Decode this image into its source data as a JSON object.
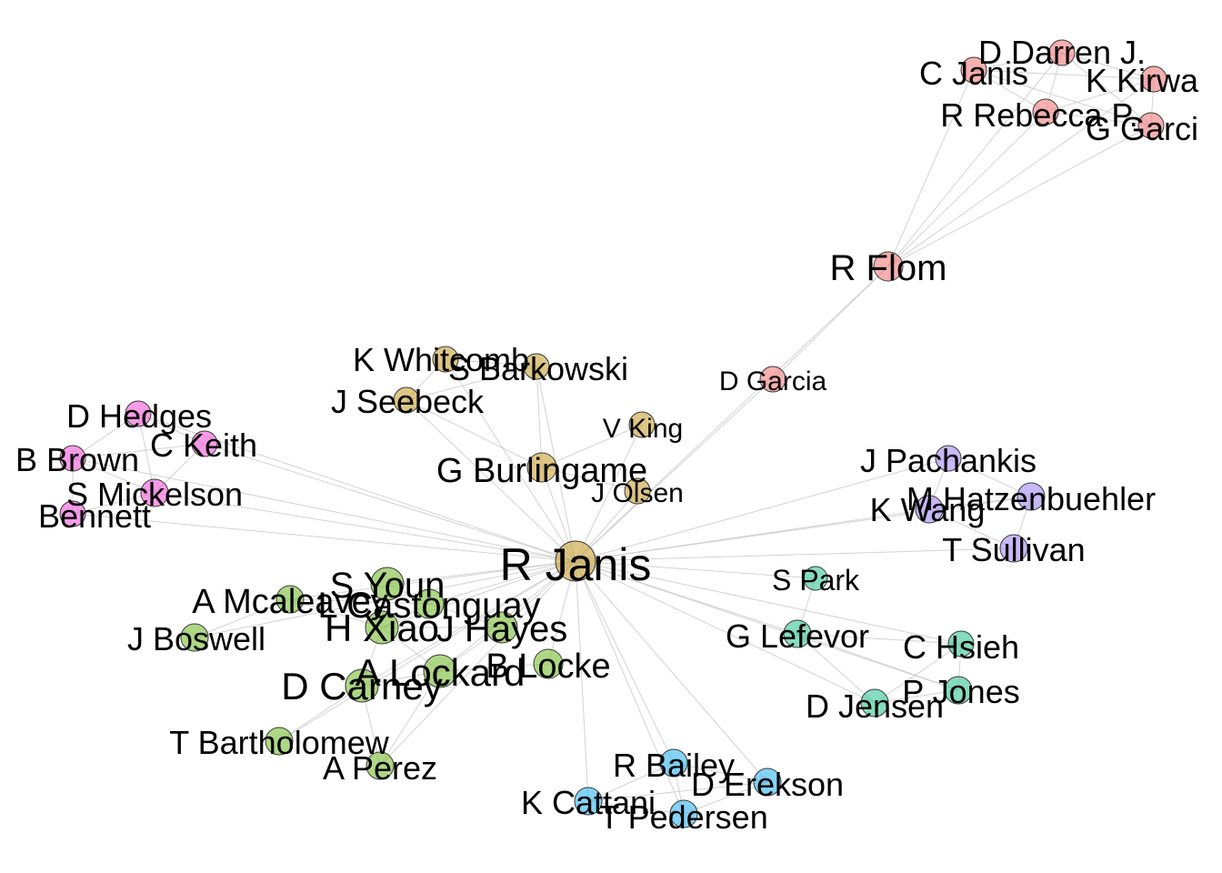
{
  "groups": {
    "red": {
      "color": "#f08080"
    },
    "gold": {
      "color": "#c9a33a"
    },
    "green": {
      "color": "#7cbf3a"
    },
    "teal": {
      "color": "#3cc79a"
    },
    "purple": {
      "color": "#a58cf0"
    },
    "blue": {
      "color": "#38b8f0"
    },
    "pink": {
      "color": "#f060d8"
    }
  },
  "nodes": [
    {
      "id": "rjanis",
      "label": "R Janis",
      "group": "gold"
    },
    {
      "id": "kwhitcomb",
      "label": "K Whitcomb",
      "group": "gold"
    },
    {
      "id": "sbarkowski",
      "label": "S Barkowski",
      "group": "gold"
    },
    {
      "id": "jseebeck",
      "label": "J Seebeck",
      "group": "gold"
    },
    {
      "id": "vking",
      "label": "V King",
      "group": "gold"
    },
    {
      "id": "gburlingame",
      "label": "G Burlingame",
      "group": "gold"
    },
    {
      "id": "jolsen",
      "label": "J Olsen",
      "group": "gold"
    },
    {
      "id": "ddarren",
      "label": "D Darren J.",
      "group": "red"
    },
    {
      "id": "cjanis",
      "label": "C Janis",
      "group": "red"
    },
    {
      "id": "kkirwan",
      "label": "K Kirwa",
      "group": "red"
    },
    {
      "id": "rrebecca",
      "label": "R Rebecca P.",
      "group": "red"
    },
    {
      "id": "ggarcia",
      "label": "G Garci",
      "group": "red"
    },
    {
      "id": "rflom",
      "label": "R Flom",
      "group": "red"
    },
    {
      "id": "dgarcia",
      "label": "D Garcia",
      "group": "red"
    },
    {
      "id": "dhedges",
      "label": "D Hedges",
      "group": "pink"
    },
    {
      "id": "bbrown",
      "label": "B Brown",
      "group": "pink"
    },
    {
      "id": "ckeith",
      "label": "C Keith",
      "group": "pink"
    },
    {
      "id": "smickelson",
      "label": "S Mickelson",
      "group": "pink"
    },
    {
      "id": "bennett",
      "label": "Bennett",
      "group": "pink"
    },
    {
      "id": "jpachankis",
      "label": "J Pachankis",
      "group": "purple"
    },
    {
      "id": "mhatzenbuehler",
      "label": "M Hatzenbuehler",
      "group": "purple"
    },
    {
      "id": "kwang",
      "label": "K Wang",
      "group": "purple"
    },
    {
      "id": "tsullivan",
      "label": "T Sullivan",
      "group": "purple"
    },
    {
      "id": "spark",
      "label": "S Park",
      "group": "teal"
    },
    {
      "id": "glefevor",
      "label": "G Lefevor",
      "group": "teal"
    },
    {
      "id": "chsieh",
      "label": "C Hsieh",
      "group": "teal"
    },
    {
      "id": "pjones",
      "label": "P Jones",
      "group": "teal"
    },
    {
      "id": "djensen",
      "label": "D Jensen",
      "group": "teal"
    },
    {
      "id": "syoun",
      "label": "S Youn",
      "group": "green"
    },
    {
      "id": "amcaleavey",
      "label": "A Mcaleavey",
      "group": "green"
    },
    {
      "id": "lcastonguay",
      "label": "L Castonguay",
      "group": "green"
    },
    {
      "id": "jboswell",
      "label": "J Boswell",
      "group": "green"
    },
    {
      "id": "hxiao",
      "label": "H Xiao",
      "group": "green"
    },
    {
      "id": "jhayes",
      "label": "J Hayes",
      "group": "green"
    },
    {
      "id": "alockard",
      "label": "A Lockard",
      "group": "green"
    },
    {
      "id": "blocke",
      "label": "B Locke",
      "group": "green"
    },
    {
      "id": "dcarney",
      "label": "D Carney",
      "group": "green"
    },
    {
      "id": "tbartholomew",
      "label": "T Bartholomew",
      "group": "green"
    },
    {
      "id": "aperez",
      "label": "A Perez",
      "group": "green"
    },
    {
      "id": "rbailey",
      "label": "R Bailey",
      "group": "blue"
    },
    {
      "id": "derekson",
      "label": "D Erekson",
      "group": "blue"
    },
    {
      "id": "kcattani",
      "label": "K Cattani",
      "group": "blue"
    },
    {
      "id": "tpedersen",
      "label": "T Pedersen",
      "group": "blue"
    }
  ],
  "edges": [
    [
      "rjanis",
      "kwhitcomb"
    ],
    [
      "rjanis",
      "sbarkowski"
    ],
    [
      "rjanis",
      "jseebeck"
    ],
    [
      "rjanis",
      "vking"
    ],
    [
      "rjanis",
      "gburlingame"
    ],
    [
      "rjanis",
      "jolsen"
    ],
    [
      "rjanis",
      "dgarcia"
    ],
    [
      "rjanis",
      "rflom"
    ],
    [
      "rjanis",
      "dhedges"
    ],
    [
      "rjanis",
      "bbrown"
    ],
    [
      "rjanis",
      "ckeith"
    ],
    [
      "rjanis",
      "smickelson"
    ],
    [
      "rjanis",
      "bennett"
    ],
    [
      "rjanis",
      "jpachankis"
    ],
    [
      "rjanis",
      "mhatzenbuehler"
    ],
    [
      "rjanis",
      "kwang"
    ],
    [
      "rjanis",
      "tsullivan"
    ],
    [
      "rjanis",
      "spark"
    ],
    [
      "rjanis",
      "glefevor"
    ],
    [
      "rjanis",
      "chsieh"
    ],
    [
      "rjanis",
      "pjones"
    ],
    [
      "rjanis",
      "djensen"
    ],
    [
      "rjanis",
      "syoun"
    ],
    [
      "rjanis",
      "amcaleavey"
    ],
    [
      "rjanis",
      "lcastonguay"
    ],
    [
      "rjanis",
      "jboswell"
    ],
    [
      "rjanis",
      "hxiao"
    ],
    [
      "rjanis",
      "jhayes"
    ],
    [
      "rjanis",
      "alockard"
    ],
    [
      "rjanis",
      "blocke"
    ],
    [
      "rjanis",
      "dcarney"
    ],
    [
      "rjanis",
      "tbartholomew"
    ],
    [
      "rjanis",
      "aperez"
    ],
    [
      "rjanis",
      "rbailey"
    ],
    [
      "rjanis",
      "derekson"
    ],
    [
      "rjanis",
      "kcattani"
    ],
    [
      "rjanis",
      "tpedersen"
    ],
    [
      "kwhitcomb",
      "sbarkowski"
    ],
    [
      "jseebeck",
      "kwhitcomb"
    ],
    [
      "jseebeck",
      "sbarkowski"
    ],
    [
      "gburlingame",
      "jseebeck"
    ],
    [
      "gburlingame",
      "vking"
    ],
    [
      "gburlingame",
      "jolsen"
    ],
    [
      "gburlingame",
      "sbarkowski"
    ],
    [
      "dgarcia",
      "rflom"
    ],
    [
      "rflom",
      "cjanis"
    ],
    [
      "rflom",
      "ddarren"
    ],
    [
      "rflom",
      "kkirwan"
    ],
    [
      "rflom",
      "rrebecca"
    ],
    [
      "rflom",
      "ggarcia"
    ],
    [
      "cjanis",
      "ddarren"
    ],
    [
      "cjanis",
      "kkirwan"
    ],
    [
      "cjanis",
      "rrebecca"
    ],
    [
      "cjanis",
      "ggarcia"
    ],
    [
      "ddarren",
      "kkirwan"
    ],
    [
      "ddarren",
      "rrebecca"
    ],
    [
      "ddarren",
      "ggarcia"
    ],
    [
      "kkirwan",
      "rrebecca"
    ],
    [
      "kkirwan",
      "ggarcia"
    ],
    [
      "rrebecca",
      "ggarcia"
    ],
    [
      "dhedges",
      "bbrown"
    ],
    [
      "dhedges",
      "ckeith"
    ],
    [
      "dhedges",
      "smickelson"
    ],
    [
      "bbrown",
      "bennett"
    ],
    [
      "bbrown",
      "smickelson"
    ],
    [
      "ckeith",
      "smickelson"
    ],
    [
      "smickelson",
      "bennett"
    ],
    [
      "ckeith",
      "bbrown"
    ],
    [
      "jpachankis",
      "mhatzenbuehler"
    ],
    [
      "jpachankis",
      "kwang"
    ],
    [
      "mhatzenbuehler",
      "kwang"
    ],
    [
      "mhatzenbuehler",
      "tsullivan"
    ],
    [
      "kwang",
      "tsullivan"
    ],
    [
      "spark",
      "glefevor"
    ],
    [
      "glefevor",
      "chsieh"
    ],
    [
      "glefevor",
      "pjones"
    ],
    [
      "glefevor",
      "djensen"
    ],
    [
      "chsieh",
      "pjones"
    ],
    [
      "pjones",
      "djensen"
    ],
    [
      "chsieh",
      "djensen"
    ],
    [
      "syoun",
      "lcastonguay"
    ],
    [
      "syoun",
      "hxiao"
    ],
    [
      "amcaleavey",
      "lcastonguay"
    ],
    [
      "amcaleavey",
      "jboswell"
    ],
    [
      "amcaleavey",
      "hxiao"
    ],
    [
      "lcastonguay",
      "jhayes"
    ],
    [
      "hxiao",
      "jhayes"
    ],
    [
      "hxiao",
      "dcarney"
    ],
    [
      "alockard",
      "dcarney"
    ],
    [
      "alockard",
      "blocke"
    ],
    [
      "alockard",
      "jhayes"
    ],
    [
      "dcarney",
      "tbartholomew"
    ],
    [
      "dcarney",
      "aperez"
    ],
    [
      "alockard",
      "aperez"
    ],
    [
      "hxiao",
      "alockard"
    ],
    [
      "lcastonguay",
      "hxiao"
    ],
    [
      "rbailey",
      "derekson"
    ],
    [
      "rbailey",
      "kcattani"
    ],
    [
      "rbailey",
      "tpedersen"
    ],
    [
      "derekson",
      "tpedersen"
    ],
    [
      "kcattani",
      "tpedersen"
    ],
    [
      "kcattani",
      "derekson"
    ]
  ]
}
